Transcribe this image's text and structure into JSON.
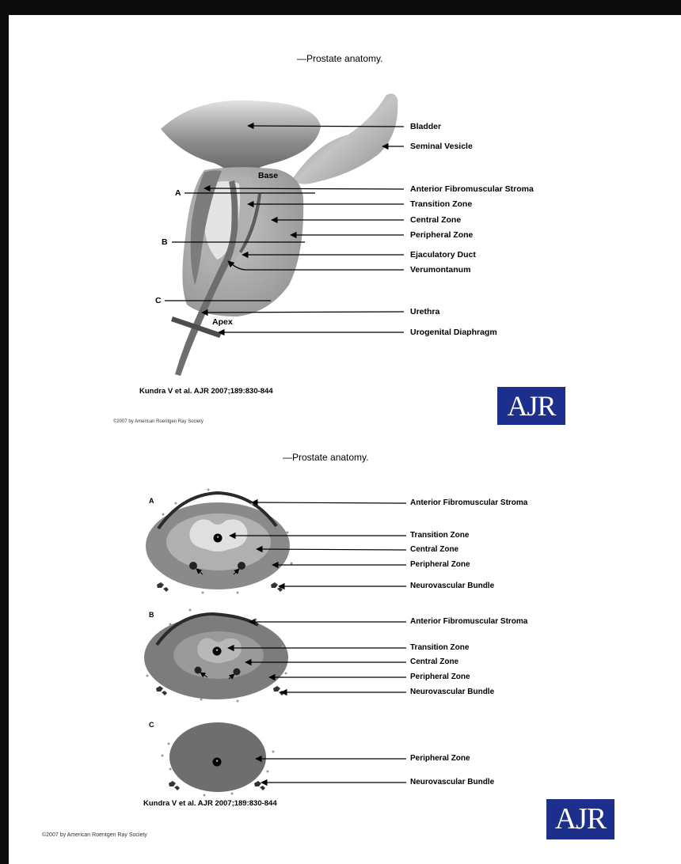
{
  "fig1": {
    "title": "—Prostate anatomy.",
    "labels": {
      "bladder": "Bladder",
      "seminal_vesicle": "Seminal Vesicle",
      "anterior_stroma": "Anterior Fibromuscular Stroma",
      "transition": "Transition Zone",
      "central": "Central Zone",
      "peripheral": "Peripheral Zone",
      "ejaculatory": "Ejaculatory Duct",
      "verumontanum": "Verumontanum",
      "urethra": "Urethra",
      "urogenital": "Urogenital Diaphragm"
    },
    "inner": {
      "base": "Base",
      "apex": "Apex",
      "a": "A",
      "b": "B",
      "c": "C"
    },
    "citation": "Kundra V et al. AJR 2007;189:830-844",
    "copyright": "©2007 by American Roentgen Ray Society",
    "logo": "AJR"
  },
  "fig2": {
    "title": "—Prostate anatomy.",
    "panel_a": {
      "letter": "A",
      "labels": {
        "anterior_stroma": "Anterior Fibromuscular Stroma",
        "transition": "Transition Zone",
        "central": "Central Zone",
        "peripheral": "Peripheral Zone",
        "nvb": "Neurovascular Bundle"
      }
    },
    "panel_b": {
      "letter": "B",
      "labels": {
        "anterior_stroma": "Anterior Fibromuscular Stroma",
        "transition": "Transition Zone",
        "central": "Central Zone",
        "peripheral": "Peripheral Zone",
        "nvb": "Neurovascular Bundle"
      }
    },
    "panel_c": {
      "letter": "C",
      "labels": {
        "peripheral": "Peripheral Zone",
        "nvb": "Neurovascular Bundle"
      }
    },
    "citation": "Kundra V et al. AJR 2007;189:830-844",
    "copyright": "©2007 by American Roentgen Ray Society",
    "logo": "AJR"
  },
  "colors": {
    "page_border": "#0b0b0b",
    "ajr_blue": "#1d2f8c"
  }
}
